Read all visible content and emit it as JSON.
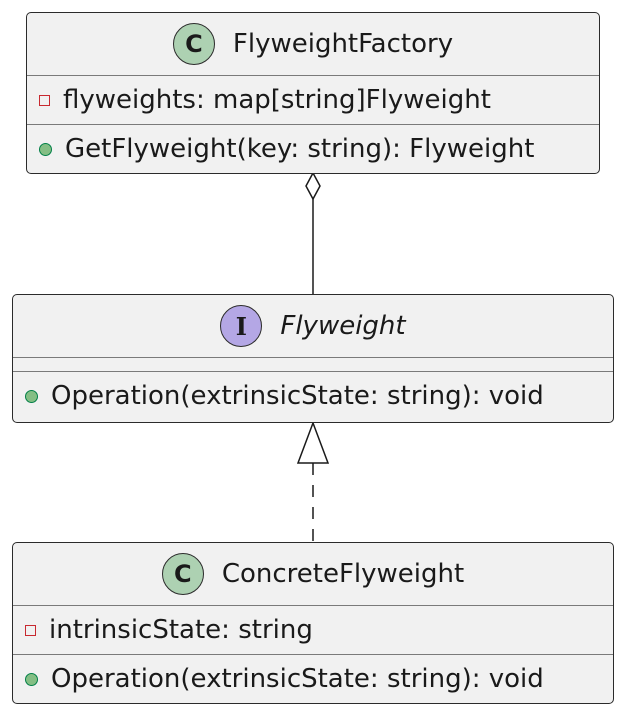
{
  "diagram": {
    "flyweight_factory": {
      "stereotype_letter": "C",
      "name": "FlyweightFactory",
      "attribute": "flyweights: map[string]Flyweight",
      "method": "GetFlyweight(key: string): Flyweight"
    },
    "flyweight": {
      "stereotype_letter": "I",
      "name": "Flyweight",
      "method": "Operation(extrinsicState: string): void"
    },
    "concrete_flyweight": {
      "stereotype_letter": "C",
      "name": "ConcreteFlyweight",
      "attribute": "intrinsicState: string",
      "method": "Operation(extrinsicState: string): void"
    },
    "colors": {
      "class_circle": "#add1b2",
      "interface_circle": "#b4a7e5",
      "box_fill": "#f1f1f1",
      "private_marker": "#c82930",
      "public_marker": "#84be84"
    }
  }
}
